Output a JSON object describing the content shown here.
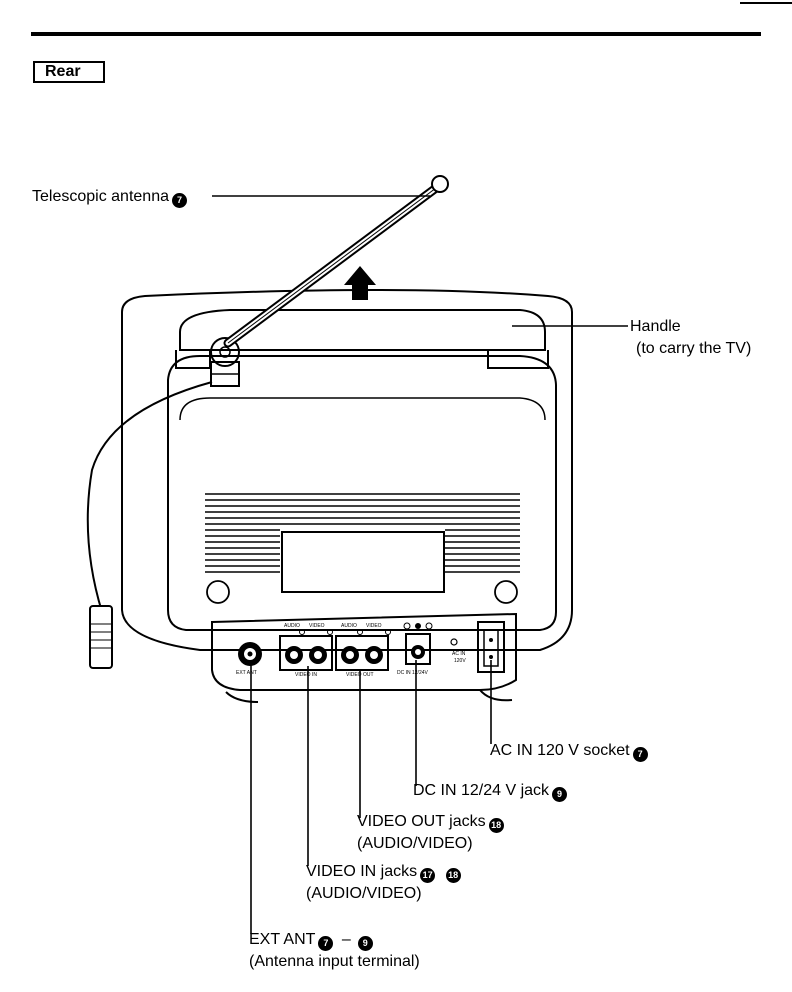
{
  "section_label": "Rear",
  "callouts": {
    "antenna": {
      "text": "Telescopic antenna",
      "ref": "7"
    },
    "handle": {
      "line1": "Handle",
      "line2": "(to carry the TV)"
    },
    "ac_in": {
      "text": "AC IN 120 V socket",
      "ref": "7"
    },
    "dc_in": {
      "text": "DC IN 12/24 V jack",
      "ref": "9"
    },
    "video_out": {
      "text": "VIDEO OUT jacks",
      "ref": "18",
      "line2": "(AUDIO/VIDEO)"
    },
    "video_in": {
      "text": "VIDEO IN jacks",
      "ref1": "17",
      "ref2": "18",
      "line2": "(AUDIO/VIDEO)"
    },
    "ext_ant": {
      "text": "EXT ANT",
      "ref1": "7",
      "dash": "–",
      "ref2": "9",
      "line2": "(Antenna input terminal)"
    }
  },
  "panel": {
    "ext_ant": "EXT ANT",
    "video_in": "VIDEO IN",
    "video_out": "VIDEO OUT",
    "dc_in": "DC IN 12/24V",
    "audio_1": "AUDIO",
    "video_1": "VIDEO",
    "audio_2": "AUDIO",
    "video_2": "VIDEO",
    "ac_in_1": "AC IN",
    "ac_in_2": "120V"
  }
}
